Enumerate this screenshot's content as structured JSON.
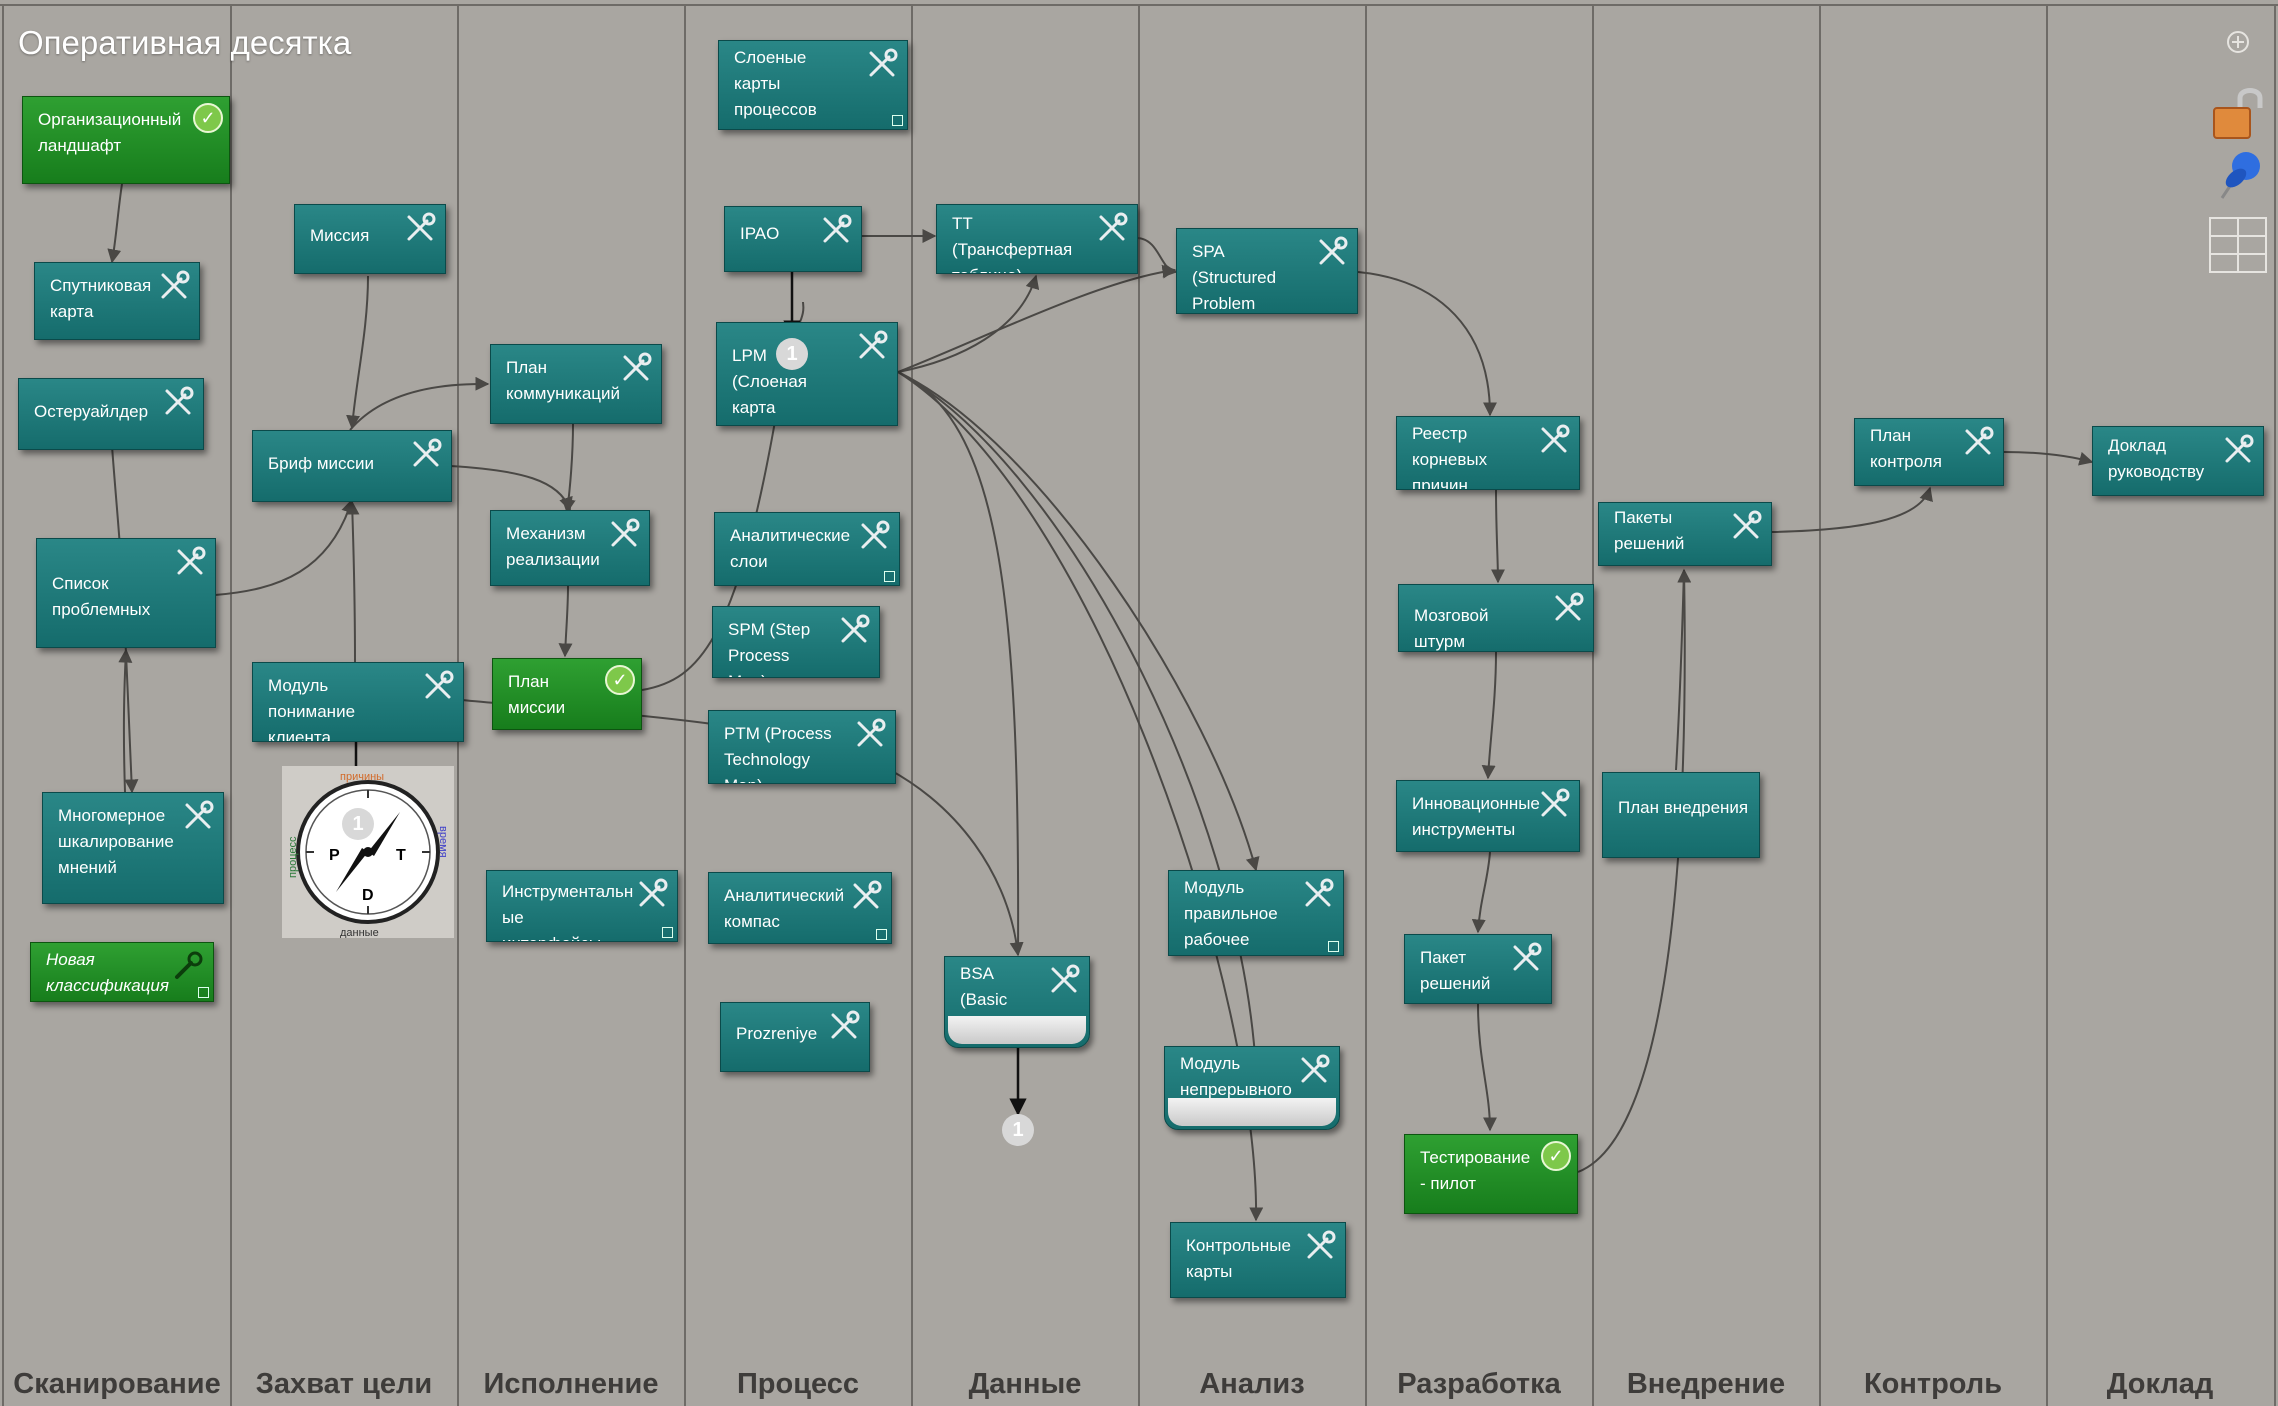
{
  "title": "Оперативная десятка",
  "lanes": [
    "Сканирование",
    "Захват цели",
    "Исполнение",
    "Процесс",
    "Данные",
    "Анализ",
    "Разработка",
    "Внедрение",
    "Контроль",
    "Доклад"
  ],
  "nodes": {
    "org_landscape": "Организационный ландшафт",
    "satellite_map": "Спутниковая карта",
    "osteruaylder": "Остеруайлдер",
    "problem_list": "Список проблемных",
    "multi_scaling": "Многомерное шкалирование мнений",
    "new_class": "Новая классификация",
    "mission": "Миссия",
    "mission_brief": "Бриф миссии",
    "client_module": "Модуль понимание клиента",
    "comm_plan": "План коммуникаций",
    "impl_mechanism": "Механизм реализации",
    "mission_plan": "План миссии",
    "tool_interfaces": "Инструментальн ые интерфейсы",
    "layered_maps": "Слоеные карты процессов (Layered process maps)",
    "ipao": "IPAO",
    "lpm": "LPM (Слоеная карта",
    "analytic_layers": "Аналитические слои",
    "spm": "SPM (Step Process Map)",
    "ptm": "PTM (Process Technology Map)",
    "analytic_compass": "Аналитический компас",
    "prozreniye": "Prozreniye",
    "tt": "TT (Трансфертная таблица)",
    "bsa": "BSA (Basic Statistics",
    "spa": "SPA (Structured Problem Analisys)",
    "workplace_module": "Модуль правильное рабочее место",
    "continuous_module": "Модуль непрерывного",
    "control_cards": "Контрольные карты",
    "root_causes": "Реестр корневых причин",
    "brainstorm": "Мозговой штурм",
    "innov_tools": "Инновационные инструменты",
    "solution_pack": "Пакет решений",
    "test_pilot": "Тестирование - пилот",
    "solution_packs": "Пакеты решений",
    "rollout_plan": "План внедрения",
    "control_plan": "План контроля",
    "mgmt_report": "Доклад руководству"
  },
  "badges": {
    "lpm_badge": "1",
    "bsa_badge": "1",
    "compass_badge": "1"
  },
  "compass": {
    "top": "причины",
    "right": "время",
    "bottom": "данные",
    "left": "процесс",
    "p": "P",
    "t": "T",
    "d": "D"
  },
  "colors": {
    "lane_bg": "#a9a6a1",
    "node_teal": "#1b7676",
    "node_green": "#1f8c22",
    "edge": "#4a4845"
  }
}
